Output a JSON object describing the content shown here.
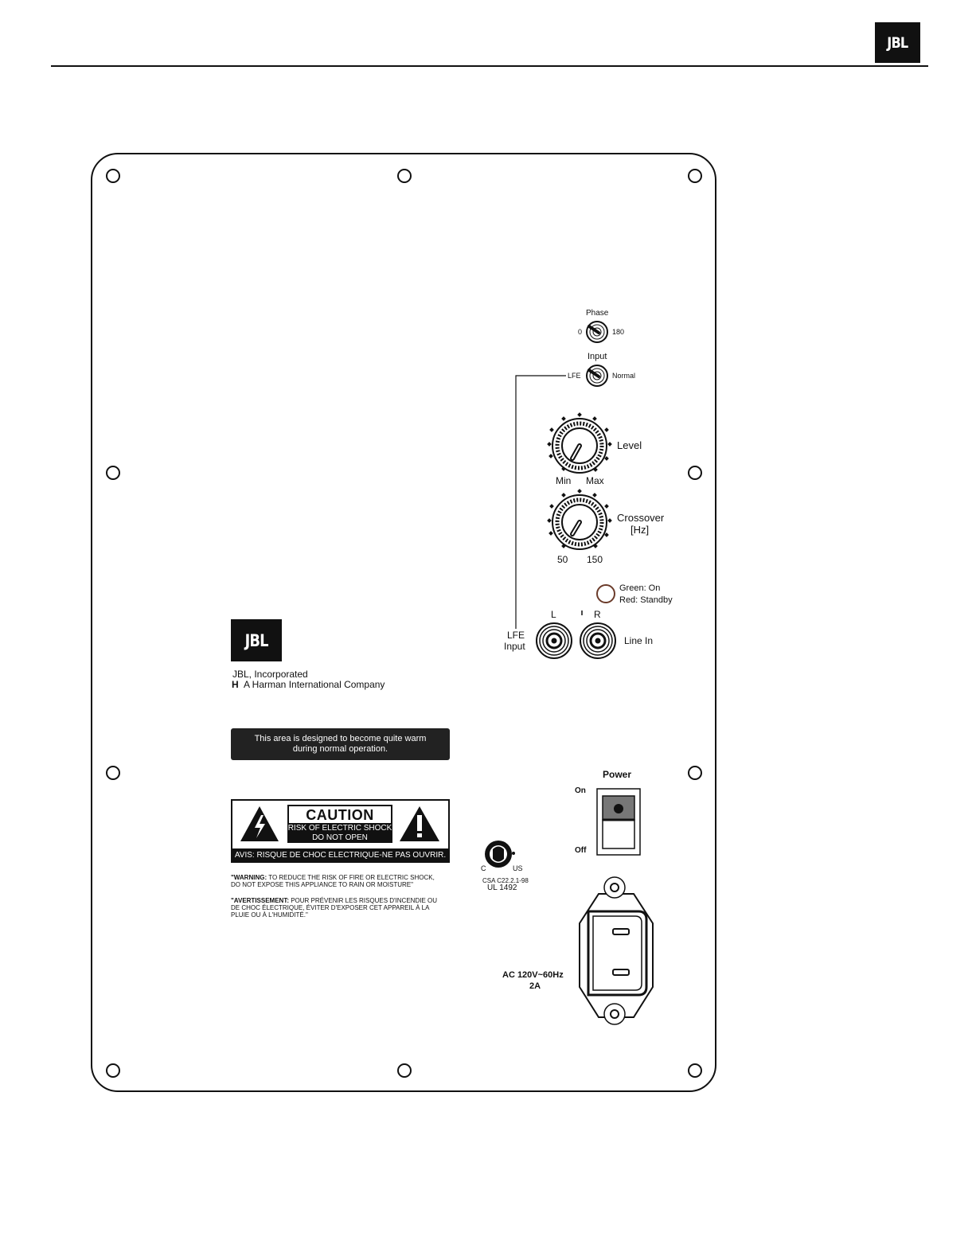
{
  "header": {
    "brand_logo": "JBL"
  },
  "controls": {
    "phase": {
      "label": "Phase",
      "left": "0",
      "right": "180"
    },
    "input": {
      "label": "Input",
      "left": "LFE",
      "right": "Normal"
    },
    "level": {
      "label": "Level",
      "min": "Min",
      "max": "Max"
    },
    "crossover": {
      "label_line1": "Crossover",
      "label_line2": "[Hz]",
      "min": "50",
      "max": "150"
    },
    "led": {
      "line1": "Green: On",
      "line2": "Red: Standby"
    },
    "jacks": {
      "left": "L",
      "right": "R",
      "lfe_line1": "LFE",
      "lfe_line2": "Input",
      "line_in": "Line In"
    }
  },
  "branding": {
    "logo": "JBL",
    "company": "JBL, Incorporated",
    "harman_mark": "H",
    "parent": "A Harman International Company"
  },
  "notice": {
    "line1": "This area is designed to become quite warm",
    "line2": "during normal operation."
  },
  "caution": {
    "title": "CAUTION",
    "sub1": "RISK OF ELECTRIC SHOCK",
    "sub2": "DO NOT OPEN",
    "avis": "AVIS: RISQUE DE CHOC ELECTRIQUE-NE PAS OUVRIR.",
    "warning_label": "\"WARNING:",
    "warning_line1": "TO REDUCE THE RISK OF FIRE OR ELECTRIC SHOCK,",
    "warning_line2": "DO NOT EXPOSE THIS APPLIANCE TO RAIN OR MOISTURE\"",
    "avert_label": "\"AVERTISSEMENT:",
    "avert_line1": "POUR PRÉVENIR LES RISQUES D'INCENDIE OU",
    "avert_line2": "DE CHOC ÉLECTRIQUE, ÉVITER D'EXPOSER CET APPAREIL À LA",
    "avert_line3": "PLUIE OU À L'HUMIDITÉ.\""
  },
  "certification": {
    "mark": "SP",
    "c": "C",
    "us": "US",
    "std1": "CSA C22.2.1-98",
    "std2": "UL 1492"
  },
  "power": {
    "label": "Power",
    "on": "On",
    "off": "Off",
    "ac_line1": "AC 120V~60Hz",
    "ac_line2": "2A"
  },
  "colors": {
    "ink": "#111111",
    "panel_bg": "#ffffff",
    "led_ring": "#6b3b2a"
  }
}
